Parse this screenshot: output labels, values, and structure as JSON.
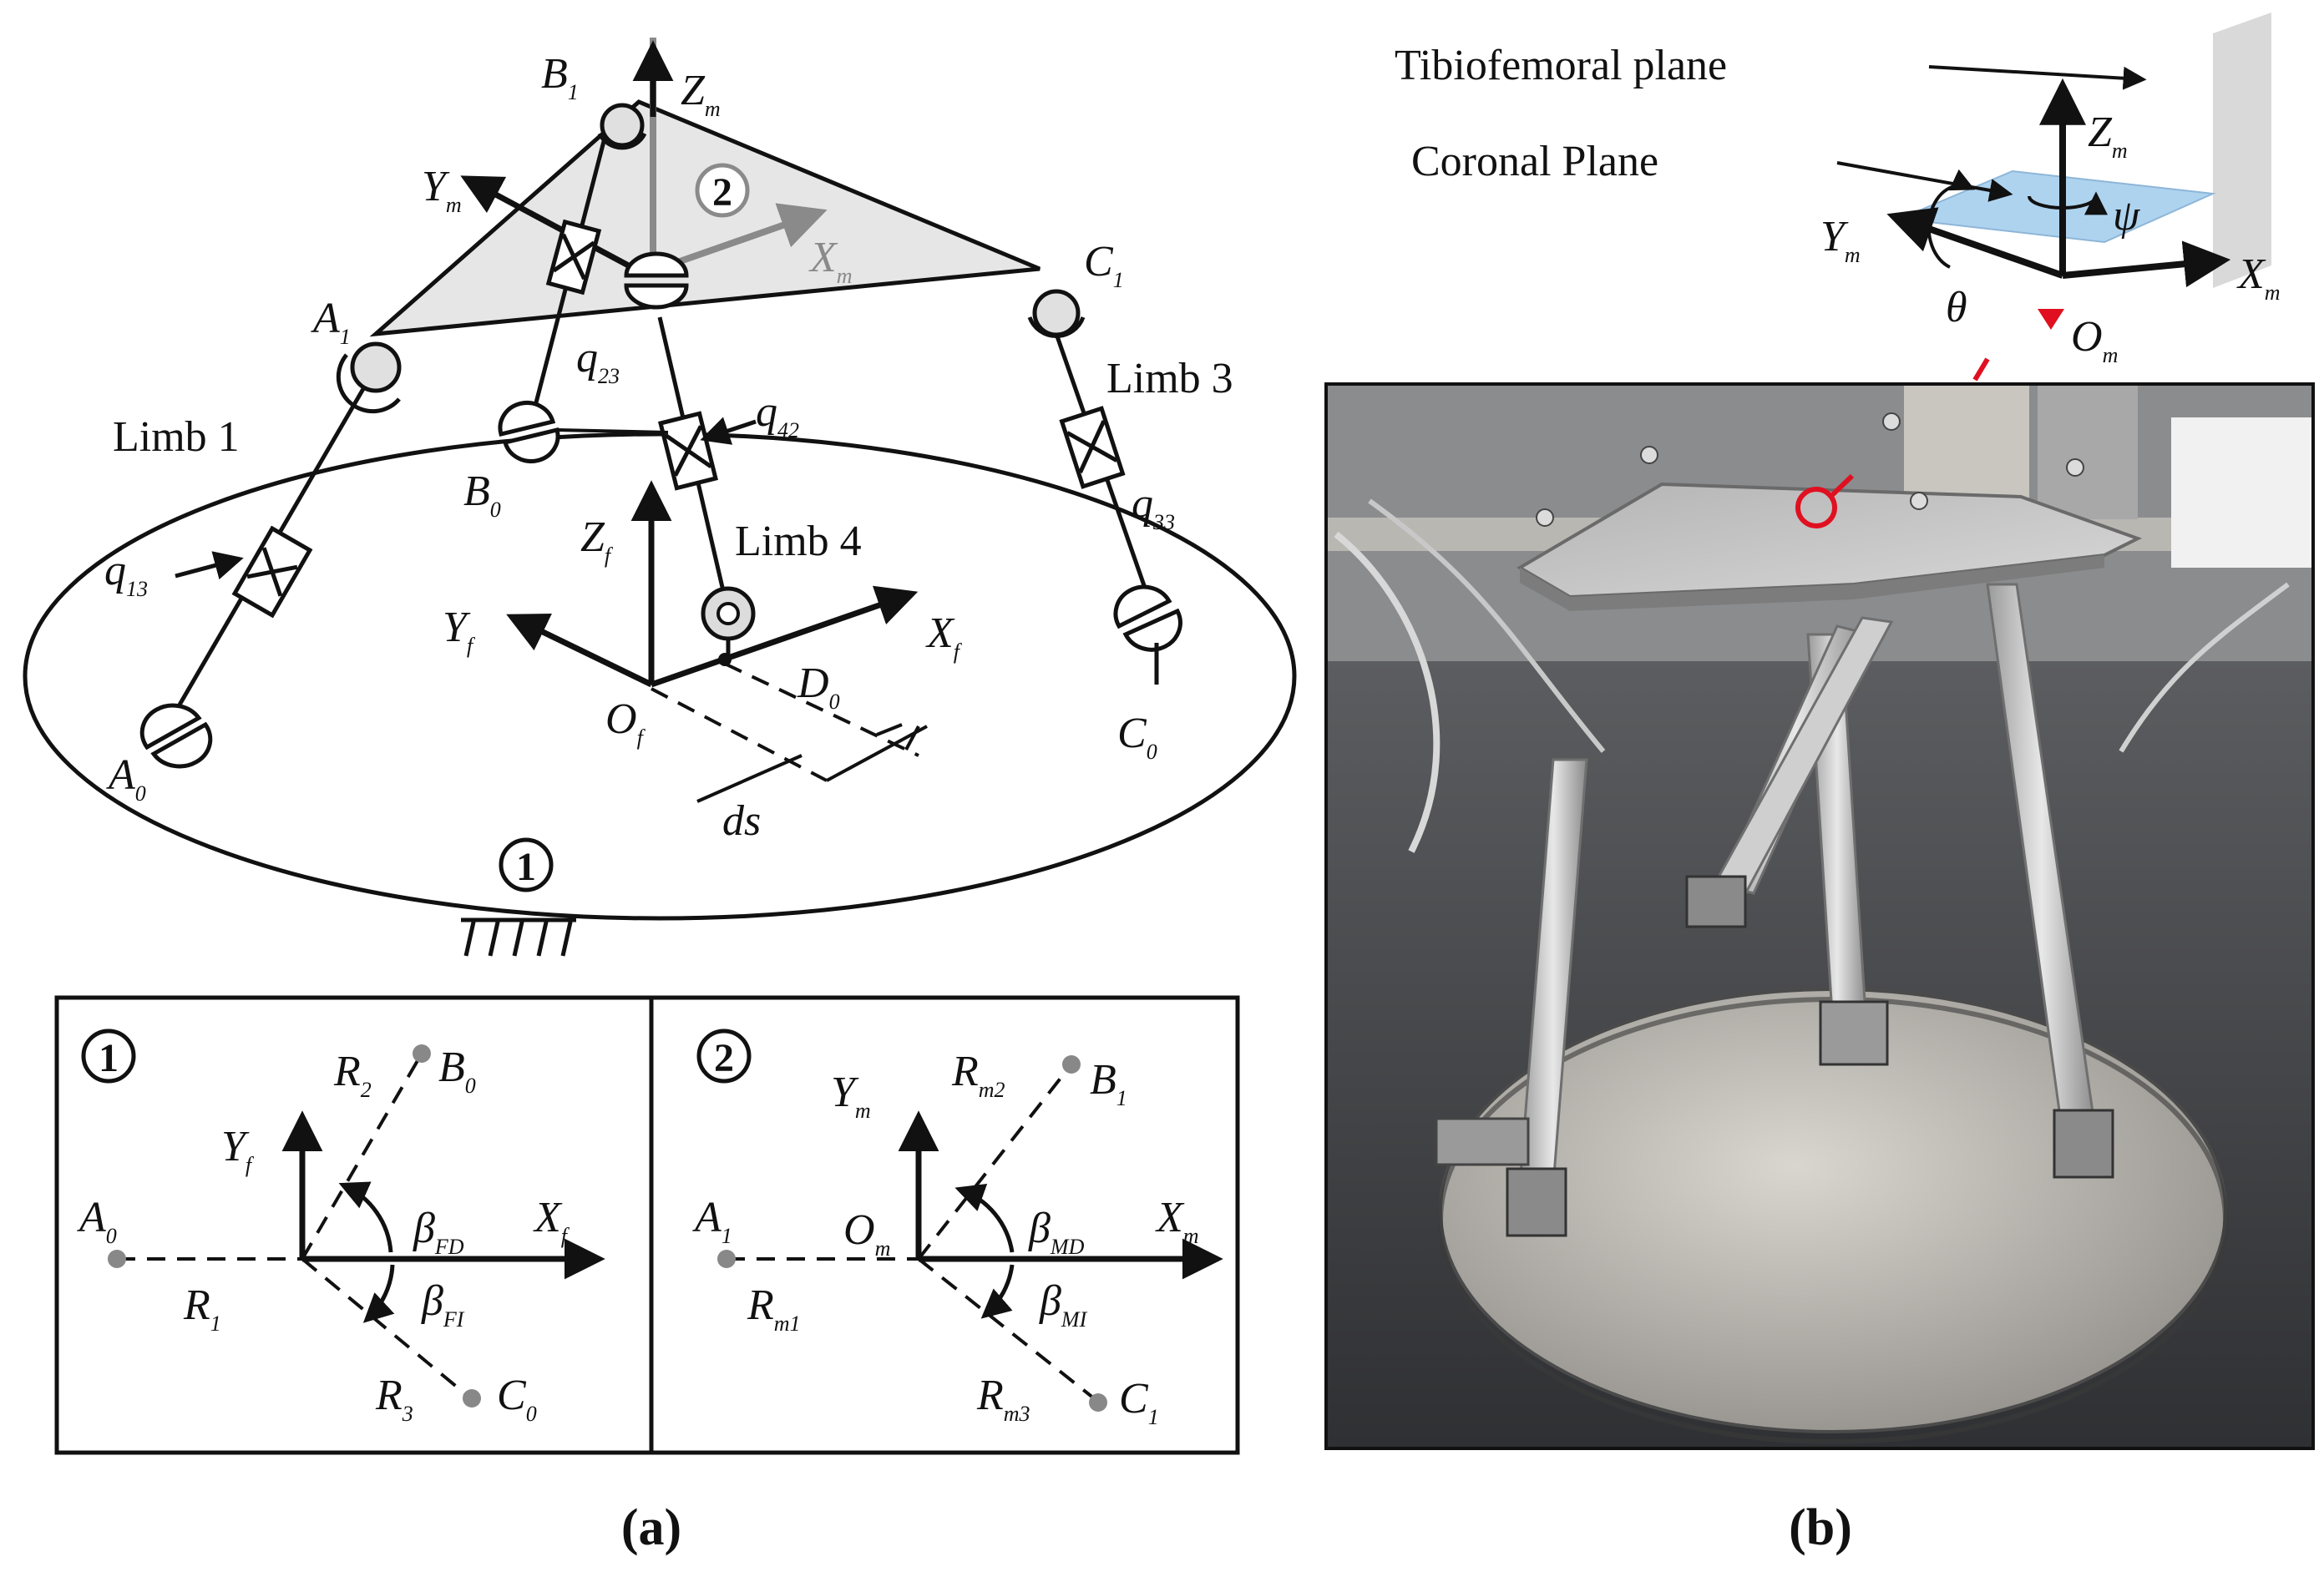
{
  "panel_a": {
    "caption": "(a)",
    "platform_number": "2",
    "base_number": "1",
    "points": {
      "B1": {
        "main": "B",
        "sub": "1"
      },
      "A1": {
        "main": "A",
        "sub": "1"
      },
      "C1": {
        "main": "C",
        "sub": "1"
      },
      "B0": {
        "main": "B",
        "sub": "0"
      },
      "A0": {
        "main": "A",
        "sub": "0"
      },
      "C0": {
        "main": "C",
        "sub": "0"
      },
      "Of": {
        "main": "O",
        "sub": "f"
      }
    },
    "axes": {
      "Zm": {
        "main": "Z",
        "sub": "m"
      },
      "Ym": {
        "main": "Y",
        "sub": "m"
      },
      "Xm": {
        "main": "X",
        "sub": "m"
      },
      "Zf": {
        "main": "Z",
        "sub": "f"
      },
      "Yf": {
        "main": "Y",
        "sub": "f"
      },
      "Xf": {
        "main": "X",
        "sub": "f"
      }
    },
    "joints": {
      "q23": {
        "main": "q",
        "sub": "23"
      },
      "q42": {
        "main": "q",
        "sub": "42"
      },
      "q13": {
        "main": "q",
        "sub": "13"
      },
      "q33": {
        "main": "q",
        "sub": "33"
      }
    },
    "limbs": {
      "limb1": "Limb 1",
      "limb3": "Limb 3",
      "limb4": "Limb 4"
    },
    "dims": {
      "D0": {
        "main": "D",
        "sub": "0"
      },
      "ds": "ds"
    },
    "inset_base": {
      "number": "1",
      "A0": {
        "main": "A",
        "sub": "0"
      },
      "B0": {
        "main": "B",
        "sub": "0"
      },
      "C0": {
        "main": "C",
        "sub": "0"
      },
      "R1": {
        "main": "R",
        "sub": "1"
      },
      "R2": {
        "main": "R",
        "sub": "2"
      },
      "R3": {
        "main": "R",
        "sub": "3"
      },
      "Yf": {
        "main": "Y",
        "sub": "f"
      },
      "Xf": {
        "main": "X",
        "sub": "f"
      },
      "betaFD": {
        "main": "β",
        "sub": "FD"
      },
      "betaFI": {
        "main": "β",
        "sub": "FI"
      }
    },
    "inset_platform": {
      "number": "2",
      "A1": {
        "main": "A",
        "sub": "1"
      },
      "B1": {
        "main": "B",
        "sub": "1"
      },
      "C1": {
        "main": "C",
        "sub": "1"
      },
      "Om": {
        "main": "O",
        "sub": "m"
      },
      "Rm1": {
        "main": "R",
        "sub": "m1"
      },
      "Rm2": {
        "main": "R",
        "sub": "m2"
      },
      "Rm3": {
        "main": "R",
        "sub": "m3"
      },
      "Ym": {
        "main": "Y",
        "sub": "m"
      },
      "Xm": {
        "main": "X",
        "sub": "m"
      },
      "betaMD": {
        "main": "β",
        "sub": "MD"
      },
      "betaMI": {
        "main": "β",
        "sub": "MI"
      }
    }
  },
  "panel_b": {
    "caption": "(b)",
    "tibiofemoral_plane": "Tibiofemoral plane",
    "coronal_plane": "Coronal Plane",
    "Zm": {
      "main": "Z",
      "sub": "m"
    },
    "Ym": {
      "main": "Y",
      "sub": "m"
    },
    "Xm": {
      "main": "X",
      "sub": "m"
    },
    "Om": {
      "main": "O",
      "sub": "m"
    },
    "psi": "ψ",
    "theta": "θ"
  },
  "colors": {
    "line": "#111111",
    "platform_fill": "#e6e6e6",
    "gray_axis": "#8a8a8a",
    "coronal_fill": "#aed3ef",
    "tibio_fill": "#d9d9d9",
    "marker_red": "#e01020"
  }
}
